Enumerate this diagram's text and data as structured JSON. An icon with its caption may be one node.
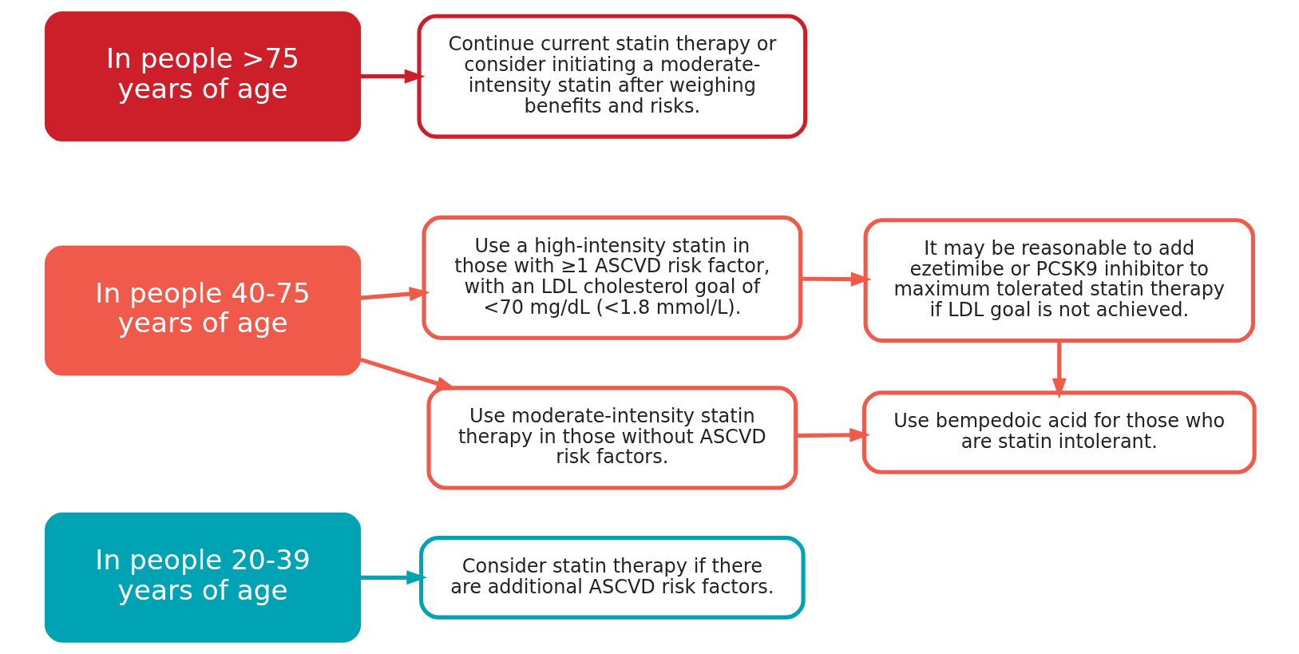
{
  "diagram": {
    "nodes": [
      {
        "text": [
          "In people 20-39 years of age"
        ]
      },
      {
        "text": [
          "Consider statin therapy if there are additional ASCVD risk factors."
        ]
      },
      {
        "text": [
          "In people 40-75 years of age"
        ]
      },
      {
        "text": [
          "Use moderate-intensity statin therapy in those without ASCVD risk factors."
        ]
      },
      {
        "text": [
          "Use bempedoic acid for those who are statin intolerant."
        ]
      },
      {
        "text": [
          "Use a high-intensity statin in those with ≥1 ASCVD risk factor, with an LDL cholesterol goal of <70 mg/dL (<1.8 mmol/L)."
        ]
      },
      {
        "text": [
          "It may be reasonable to add ezetimibe or PCSK9 inhibitor to maximum tolerated statin therapy if LDL goal is not achieved."
        ]
      },
      {
        "text": [
          "In people >75 years of age"
        ]
      },
      {
        "text": [
          "Continue current statin therapy or consider initiating a moderate-intensity statin after weighing benefits and risks."
        ]
      }
    ],
    "edges": [
      {
        "from": 0,
        "to": 1,
        "arrow": "to",
        "color": "#00a3b4"
      },
      {
        "from": 2,
        "to": 3,
        "arrow": "to"
      },
      {
        "from": 2,
        "to": 5,
        "arrow": "to"
      },
      {
        "from": 3,
        "to": 4,
        "arrow": "to"
      },
      {
        "from": 5,
        "to": 6,
        "arrow": "to"
      },
      {
        "from": 6,
        "to": 4,
        "arrow": "to"
      },
      {
        "from": 7,
        "to": 8,
        "arrow": "to",
        "color": "#cc1f2a"
      }
    ]
  }
}
